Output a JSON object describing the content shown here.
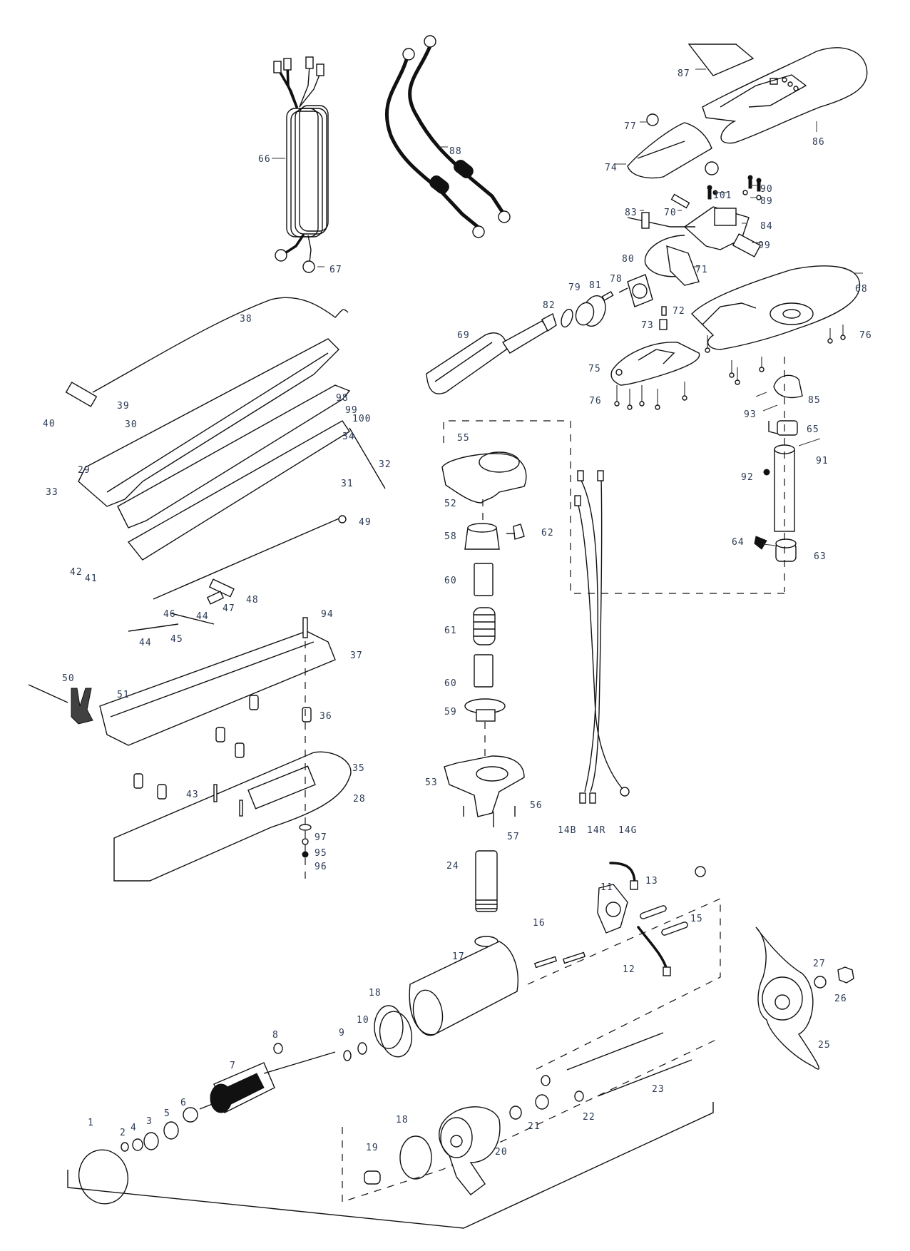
{
  "diagram": {
    "title": "Trolling motor exploded parts diagram",
    "callouts": [
      {
        "id": "c1",
        "label": "1"
      },
      {
        "id": "c2",
        "label": "2"
      },
      {
        "id": "c3",
        "label": "3"
      },
      {
        "id": "c4",
        "label": "4"
      },
      {
        "id": "c5",
        "label": "5"
      },
      {
        "id": "c6",
        "label": "6"
      },
      {
        "id": "c7",
        "label": "7"
      },
      {
        "id": "c8",
        "label": "8"
      },
      {
        "id": "c9",
        "label": "9"
      },
      {
        "id": "c10",
        "label": "10"
      },
      {
        "id": "c11",
        "label": "11"
      },
      {
        "id": "c12",
        "label": "12"
      },
      {
        "id": "c13",
        "label": "13"
      },
      {
        "id": "c14b",
        "label": "14B"
      },
      {
        "id": "c14r",
        "label": "14R"
      },
      {
        "id": "c14g",
        "label": "14G"
      },
      {
        "id": "c15",
        "label": "15"
      },
      {
        "id": "c16",
        "label": "16"
      },
      {
        "id": "c17",
        "label": "17"
      },
      {
        "id": "c18a",
        "label": "18"
      },
      {
        "id": "c18b",
        "label": "18"
      },
      {
        "id": "c19",
        "label": "19"
      },
      {
        "id": "c20",
        "label": "20"
      },
      {
        "id": "c21",
        "label": "21"
      },
      {
        "id": "c22",
        "label": "22"
      },
      {
        "id": "c23",
        "label": "23"
      },
      {
        "id": "c24",
        "label": "24"
      },
      {
        "id": "c25",
        "label": "25"
      },
      {
        "id": "c26",
        "label": "26"
      },
      {
        "id": "c27",
        "label": "27"
      },
      {
        "id": "c28",
        "label": "28"
      },
      {
        "id": "c29",
        "label": "29"
      },
      {
        "id": "c30",
        "label": "30"
      },
      {
        "id": "c31",
        "label": "31"
      },
      {
        "id": "c32",
        "label": "32"
      },
      {
        "id": "c33",
        "label": "33"
      },
      {
        "id": "c34",
        "label": "34"
      },
      {
        "id": "c35",
        "label": "35"
      },
      {
        "id": "c36",
        "label": "36"
      },
      {
        "id": "c37",
        "label": "37"
      },
      {
        "id": "c38",
        "label": "38"
      },
      {
        "id": "c39",
        "label": "39"
      },
      {
        "id": "c40",
        "label": "40"
      },
      {
        "id": "c41",
        "label": "41"
      },
      {
        "id": "c42",
        "label": "42"
      },
      {
        "id": "c43",
        "label": "43"
      },
      {
        "id": "c44a",
        "label": "44"
      },
      {
        "id": "c44b",
        "label": "44"
      },
      {
        "id": "c45",
        "label": "45"
      },
      {
        "id": "c46",
        "label": "46"
      },
      {
        "id": "c47",
        "label": "47"
      },
      {
        "id": "c48",
        "label": "48"
      },
      {
        "id": "c49",
        "label": "49"
      },
      {
        "id": "c50",
        "label": "50"
      },
      {
        "id": "c51",
        "label": "51"
      },
      {
        "id": "c52",
        "label": "52"
      },
      {
        "id": "c53",
        "label": "53"
      },
      {
        "id": "c55",
        "label": "55"
      },
      {
        "id": "c56",
        "label": "56"
      },
      {
        "id": "c57",
        "label": "57"
      },
      {
        "id": "c58",
        "label": "58"
      },
      {
        "id": "c59",
        "label": "59"
      },
      {
        "id": "c60a",
        "label": "60"
      },
      {
        "id": "c60b",
        "label": "60"
      },
      {
        "id": "c61",
        "label": "61"
      },
      {
        "id": "c62",
        "label": "62"
      },
      {
        "id": "c63",
        "label": "63"
      },
      {
        "id": "c64",
        "label": "64"
      },
      {
        "id": "c65",
        "label": "65"
      },
      {
        "id": "c66",
        "label": "66"
      },
      {
        "id": "c67",
        "label": "67"
      },
      {
        "id": "c68",
        "label": "68"
      },
      {
        "id": "c69",
        "label": "69"
      },
      {
        "id": "c70",
        "label": "70"
      },
      {
        "id": "c71",
        "label": "71"
      },
      {
        "id": "c72",
        "label": "72"
      },
      {
        "id": "c73",
        "label": "73"
      },
      {
        "id": "c74",
        "label": "74"
      },
      {
        "id": "c75",
        "label": "75"
      },
      {
        "id": "c76a",
        "label": "76"
      },
      {
        "id": "c76b",
        "label": "76"
      },
      {
        "id": "c77",
        "label": "77"
      },
      {
        "id": "c78",
        "label": "78"
      },
      {
        "id": "c79",
        "label": "79"
      },
      {
        "id": "c80",
        "label": "80"
      },
      {
        "id": "c81",
        "label": "81"
      },
      {
        "id": "c82",
        "label": "82"
      },
      {
        "id": "c83",
        "label": "83"
      },
      {
        "id": "c84",
        "label": "84"
      },
      {
        "id": "c85",
        "label": "85"
      },
      {
        "id": "c86",
        "label": "86"
      },
      {
        "id": "c87",
        "label": "87"
      },
      {
        "id": "c88",
        "label": "88"
      },
      {
        "id": "c89",
        "label": "89"
      },
      {
        "id": "c90",
        "label": "90"
      },
      {
        "id": "c91",
        "label": "91"
      },
      {
        "id": "c92",
        "label": "92"
      },
      {
        "id": "c93",
        "label": "93"
      },
      {
        "id": "c94",
        "label": "94"
      },
      {
        "id": "c95",
        "label": "95"
      },
      {
        "id": "c96",
        "label": "96"
      },
      {
        "id": "c97",
        "label": "97"
      },
      {
        "id": "c98",
        "label": "98"
      },
      {
        "id": "c99a",
        "label": "99"
      },
      {
        "id": "c99b",
        "label": "99"
      },
      {
        "id": "c100",
        "label": "100"
      },
      {
        "id": "c101",
        "label": "101"
      }
    ]
  },
  "colors": {
    "line": "#111111",
    "label": "#2b3a55",
    "background": "#ffffff"
  }
}
